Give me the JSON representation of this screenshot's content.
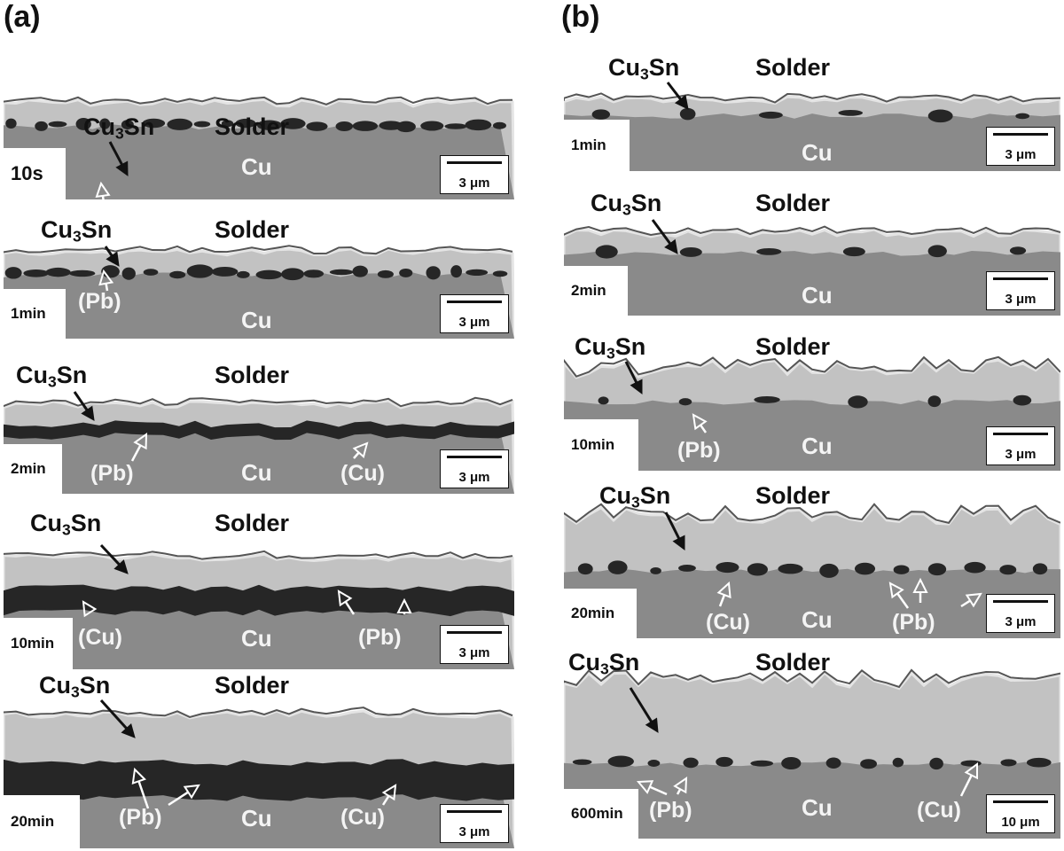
{
  "figure": {
    "a_label": "(a)",
    "b_label": "(b)"
  },
  "common": {
    "cu3sn_base": "Cu",
    "cu3sn_sub": "3",
    "cu3sn_tail": "Sn",
    "solder": "Solder",
    "cu": "Cu",
    "pb": "(Pb)",
    "cu_phase": "(Cu)"
  },
  "panels_a": [
    {
      "time": "10s",
      "scale": "3 μm"
    },
    {
      "time": "1min",
      "scale": "3 μm"
    },
    {
      "time": "2min",
      "scale": "3 μm"
    },
    {
      "time": "10min",
      "scale": "3 μm"
    },
    {
      "time": "20min",
      "scale": "3 μm"
    }
  ],
  "panels_b": [
    {
      "time": "1min",
      "scale": "3 μm"
    },
    {
      "time": "2min",
      "scale": "3 μm"
    },
    {
      "time": "10min",
      "scale": "3 μm"
    },
    {
      "time": "20min",
      "scale": "3 μm"
    },
    {
      "time": "600min",
      "scale": "10 μm"
    }
  ],
  "colors": {
    "solder": "#ffffff",
    "cu_sn": "#c2c2c2",
    "cu_sn_edge": "#e4e4e4",
    "copper": "#8a8a8a",
    "pb_phase": "#262626"
  }
}
